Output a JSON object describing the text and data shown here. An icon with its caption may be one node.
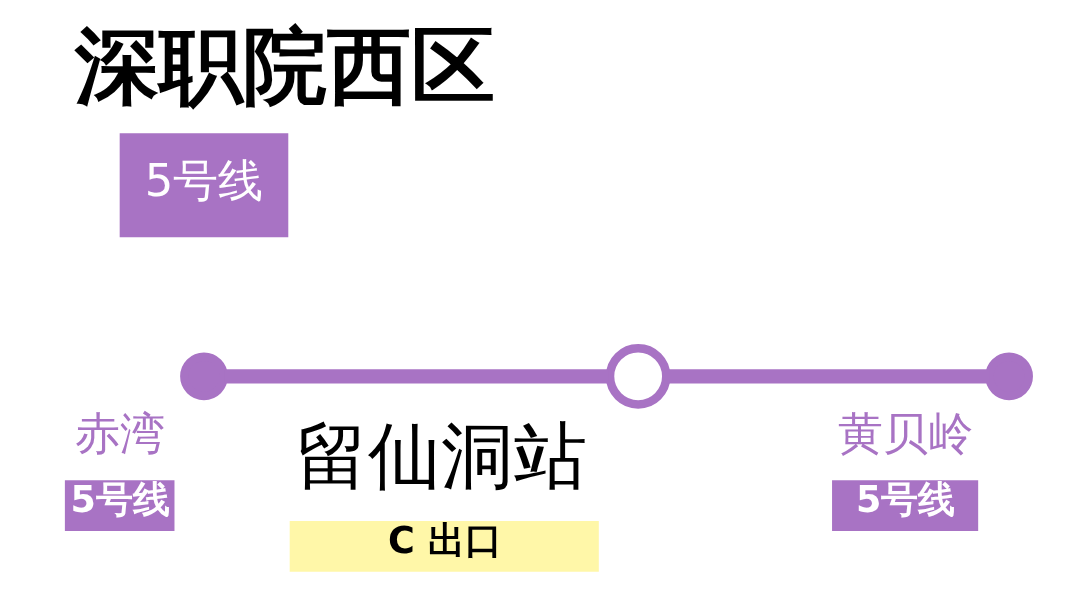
{
  "diagram": {
    "title": "深职院西区",
    "nodes": [
      {
        "text": [
          "留仙洞站",
          "C 出口"
        ]
      },
      {
        "text": [
          "黄贝岭",
          "5号线"
        ]
      },
      {
        "text": [
          "赤湾",
          "5号线"
        ]
      }
    ],
    "edges": [
      {
        "from": 2,
        "to": 0,
        "arrow": "none"
      },
      {
        "from": 0,
        "to": 1,
        "arrow": "none"
      }
    ],
    "labels": [
      "5号线"
    ]
  }
}
